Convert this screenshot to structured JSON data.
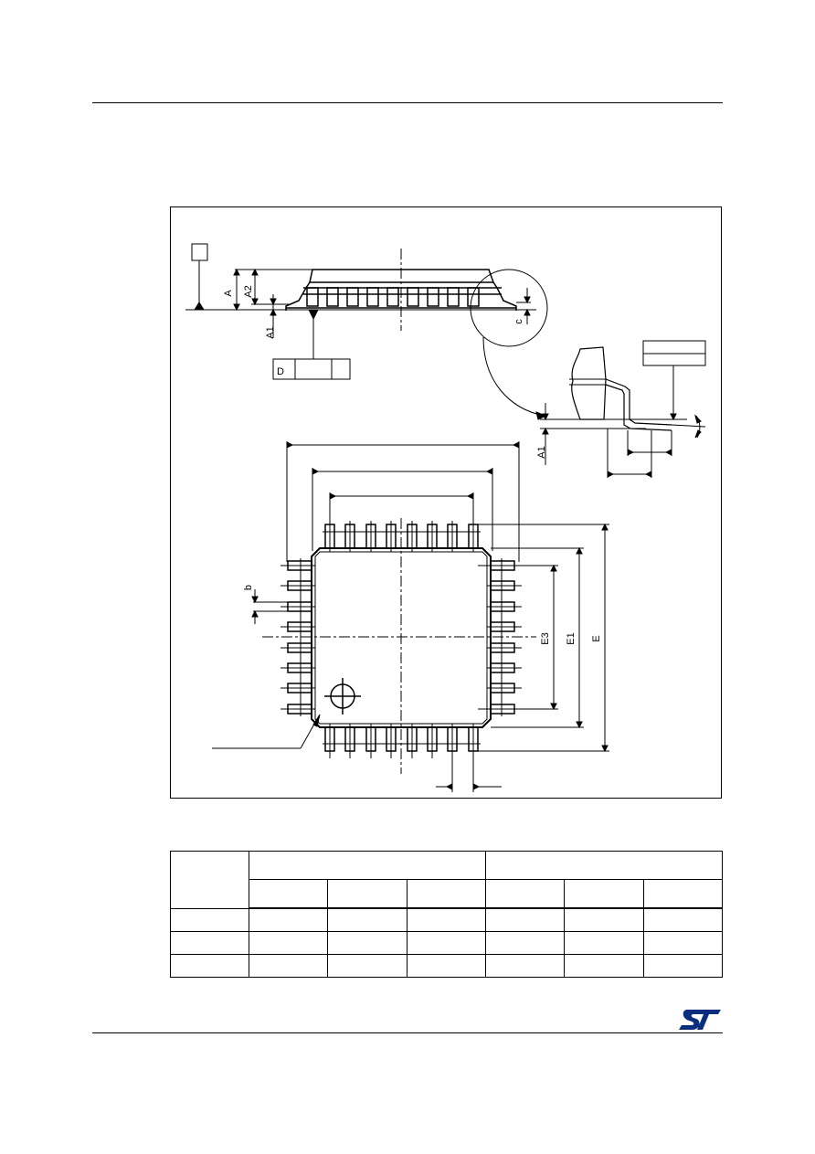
{
  "diagram": {
    "labels": {
      "A": "A",
      "A2": "A2",
      "A1": "A1",
      "c": "c",
      "A1_detail": "A1",
      "b": "b",
      "E3": "E3",
      "E1": "E1",
      "E": "E",
      "datum_D": "D"
    }
  },
  "table": {
    "rows": 3,
    "cols": 6
  },
  "logo": {
    "name": "st-logo-icon",
    "color": "#0b2d7e"
  }
}
